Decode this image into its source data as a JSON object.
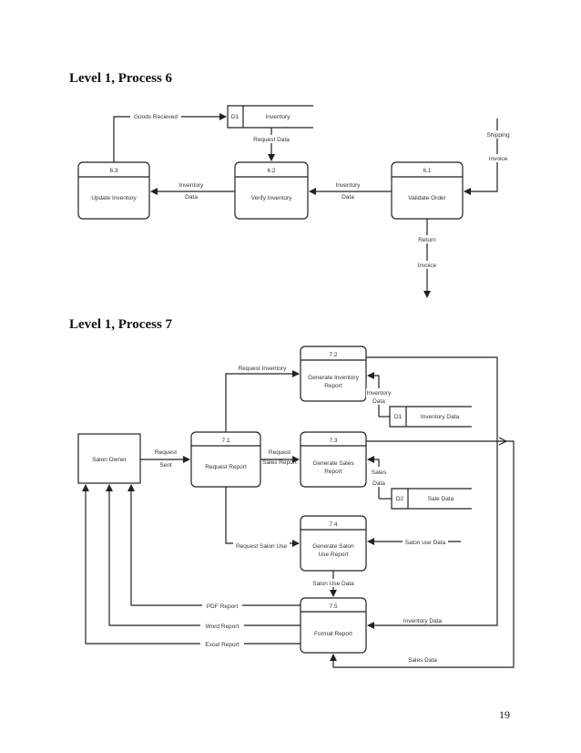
{
  "headings": {
    "level1_p6": "Level 1, Process 6",
    "level1_p7": "Level 1, Process 7"
  },
  "page_number": "19",
  "diagram6": {
    "processes": {
      "p61": {
        "id": "6.1",
        "name": "Validate Order"
      },
      "p62": {
        "id": "6.2",
        "name": "Verify Inventory"
      },
      "p63": {
        "id": "6.3",
        "name": "Update Inventory"
      }
    },
    "store": {
      "id": "D1",
      "name": "Inventory"
    },
    "labels": {
      "goods_received": "Goods Recieved",
      "request_data": "Request Data",
      "shipping": "Shipping",
      "invoice_in": "Invoice",
      "inv_data_1_a": "Inventory",
      "inv_data_1_b": "Data",
      "inv_data_2_a": "Inventory",
      "inv_data_2_b": "Data",
      "return": "Return",
      "invoice_out": "Invoice"
    }
  },
  "diagram7": {
    "entity": {
      "name": "Salon Owner"
    },
    "processes": {
      "p71": {
        "id": "7.1",
        "name": "Request Report"
      },
      "p72": {
        "id": "7.2",
        "name_l1": "Generate Inventory",
        "name_l2": "Report"
      },
      "p73": {
        "id": "7.3",
        "name_l1": "Generate Sales",
        "name_l2": "Report"
      },
      "p74": {
        "id": "7.4",
        "name_l1": "Generate Salon",
        "name_l2": "Use Report"
      },
      "p75": {
        "id": "7.5",
        "name": "Format Report"
      }
    },
    "stores": {
      "d1": {
        "id": "D1",
        "name": "Inventory Data"
      },
      "d2": {
        "id": "D2",
        "name": "Sale Data"
      }
    },
    "labels": {
      "request_sent_a": "Request",
      "request_sent_b": "Sent",
      "request_inventory": "Request Inventory",
      "request_sales_a": "Request",
      "request_sales_b": "Sales Report",
      "request_salon_use": "Request Salon Use",
      "inventory_data_a": "Inventory",
      "inventory_data_b": "Data",
      "sales_data_a": "Sales",
      "sales_data_b": "Data",
      "salon_use_data_in": "Salon use Data",
      "salon_use_data": "Salon Use Data",
      "pdf_report": "PDF Report",
      "word_report": "Word Report",
      "excel_report": "Excel Report",
      "inventory_data_right": "Inventory Data",
      "sales_data_bottom": "Sales Data"
    }
  }
}
